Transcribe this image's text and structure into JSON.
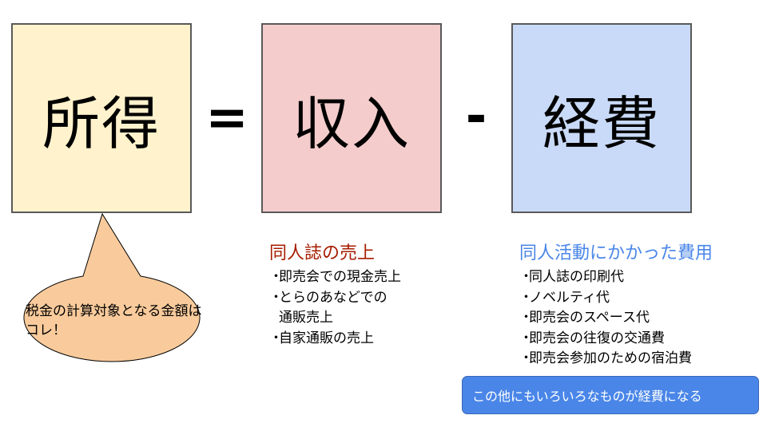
{
  "equation": {
    "income": "所得",
    "equals": "=",
    "revenue": "収入",
    "minus": "-",
    "expense": "経費"
  },
  "callout": {
    "text": "税金の計算対象となる金額はコレ！"
  },
  "revenue_section": {
    "title": "同人誌の売上",
    "bullet": "・",
    "items": [
      "即売会での現金売上",
      "とらのあなどでの\n通販売上",
      "自家通販の売上"
    ]
  },
  "expense_section": {
    "title": "同人活動にかかった費用",
    "bullet": "・",
    "items": [
      "同人誌の印刷代",
      "ノベルティ代",
      "即売会のスペース代",
      "即売会の往復の交通費",
      "即売会参加のための宿泊費"
    ]
  },
  "note": {
    "text": "この他にもいろいろなものが経費になる"
  },
  "colors": {
    "income_fill": "#fff2cc",
    "revenue_fill": "#f4cccc",
    "expense_fill": "#c9daf8",
    "callout_fill": "#f9cb9c",
    "revenue_title": "#a61c00",
    "expense_title": "#4a86e8",
    "note_fill": "#4a86e8"
  }
}
